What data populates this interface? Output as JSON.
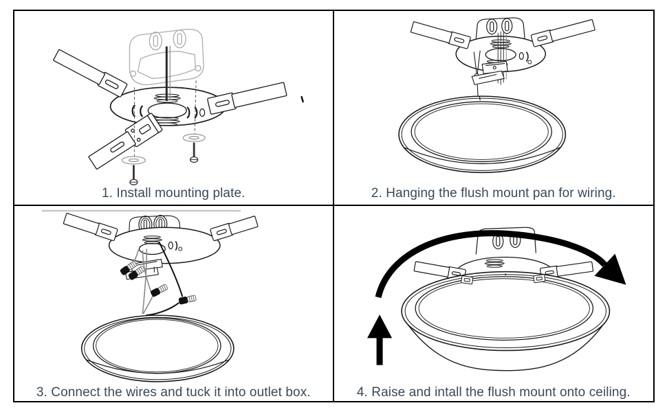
{
  "panels": [
    {
      "step": 1,
      "caption": "1. Install mounting plate."
    },
    {
      "step": 2,
      "caption": "2. Hanging the flush mount pan for wiring."
    },
    {
      "step": 3,
      "caption": "3. Connect the wires and tuck it into outlet box."
    },
    {
      "step": 4,
      "caption": "4. Raise and intall the flush mount onto ceiling."
    }
  ],
  "colors": {
    "background": "#ffffff",
    "grid_border": "#000000",
    "caption_text": "#38495b",
    "line_art": "#1a1a1a",
    "light_outline": "#b0b0b0",
    "arrow": "#000000"
  }
}
